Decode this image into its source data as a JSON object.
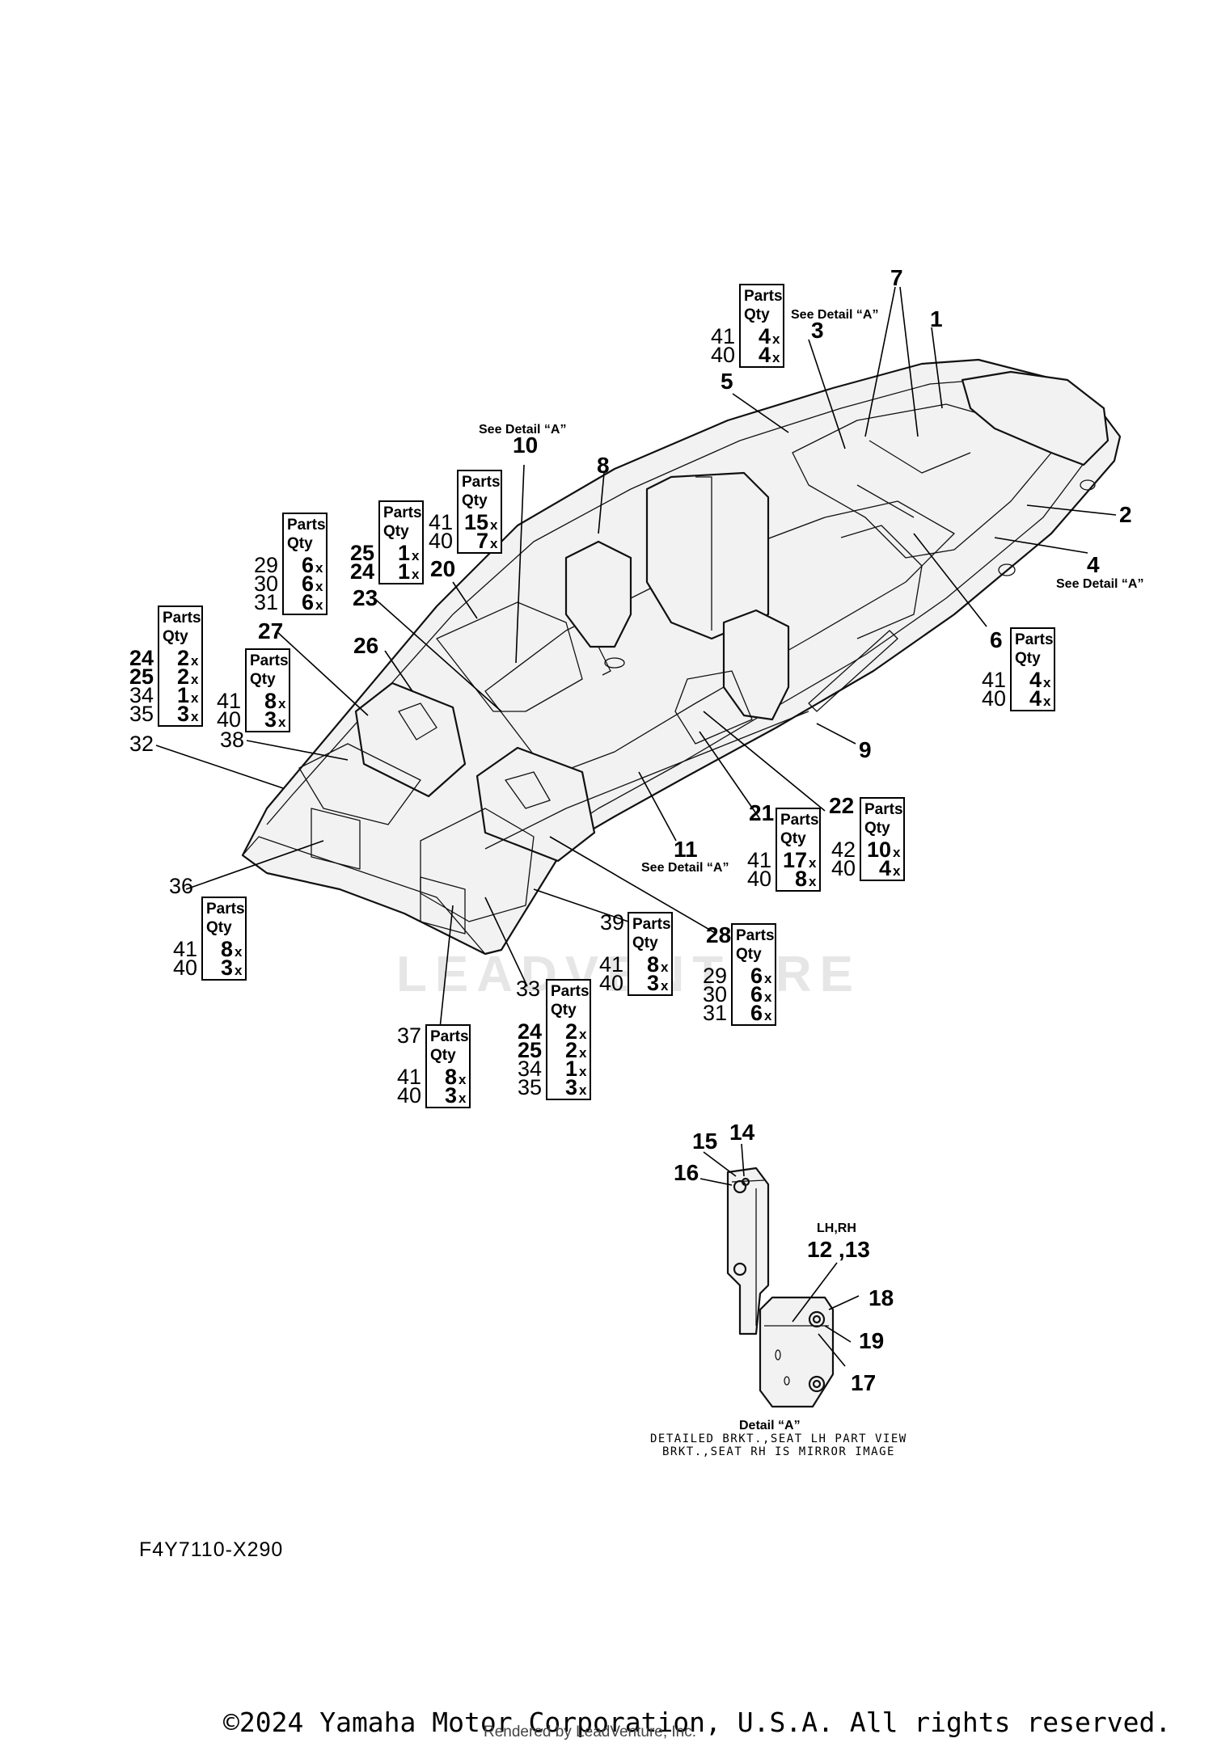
{
  "callouts": [
    {
      "id": "c1",
      "text": "1",
      "bold": true
    },
    {
      "id": "c2",
      "text": "2",
      "bold": true
    },
    {
      "id": "c3",
      "text": "3",
      "bold": true
    },
    {
      "id": "c4",
      "text": "4",
      "bold": true
    },
    {
      "id": "c5",
      "text": "5",
      "bold": true
    },
    {
      "id": "c6",
      "text": "6",
      "bold": true
    },
    {
      "id": "c7",
      "text": "7",
      "bold": true
    },
    {
      "id": "c8",
      "text": "8",
      "bold": true
    },
    {
      "id": "c9",
      "text": "9",
      "bold": true
    },
    {
      "id": "c10",
      "text": "10",
      "bold": true
    },
    {
      "id": "c11",
      "text": "11",
      "bold": true
    },
    {
      "id": "c20",
      "text": "20",
      "bold": true
    },
    {
      "id": "c21",
      "text": "21",
      "bold": true
    },
    {
      "id": "c22",
      "text": "22",
      "bold": true
    },
    {
      "id": "c23",
      "text": "23",
      "bold": true
    },
    {
      "id": "c26",
      "text": "26",
      "bold": true
    },
    {
      "id": "c27",
      "text": "27",
      "bold": true
    },
    {
      "id": "c28",
      "text": "28",
      "bold": true
    },
    {
      "id": "c32",
      "text": "32",
      "bold": false
    },
    {
      "id": "c33",
      "text": "33",
      "bold": false
    },
    {
      "id": "c36",
      "text": "36",
      "bold": false
    },
    {
      "id": "c37",
      "text": "37",
      "bold": false
    },
    {
      "id": "c38",
      "text": "38",
      "bold": false
    },
    {
      "id": "c39",
      "text": "39",
      "bold": false
    },
    {
      "id": "c12",
      "text": "12 ,13",
      "bold": true
    },
    {
      "id": "c14",
      "text": "14",
      "bold": true
    },
    {
      "id": "c15",
      "text": "15",
      "bold": true
    },
    {
      "id": "c16",
      "text": "16",
      "bold": true
    },
    {
      "id": "c17",
      "text": "17",
      "bold": true
    },
    {
      "id": "c18",
      "text": "18",
      "bold": true
    },
    {
      "id": "c19",
      "text": "19",
      "bold": true
    }
  ],
  "notes": {
    "see_detail": "See Detail “A”",
    "lh_rh": "LH,RH",
    "detail_title": "Detail “A”",
    "detail_line1": "DETAILED BRKT.,SEAT LH PART VIEW",
    "detail_line2": "BRKT.,SEAT RH IS MIRROR IMAGE"
  },
  "qty_header": [
    "Parts",
    "Qty"
  ],
  "qty_boxes": [
    {
      "id": "qb_top",
      "rows": [
        {
          "part": "41",
          "qty": "4",
          "bold": false
        },
        {
          "part": "40",
          "qty": "4",
          "bold": false
        }
      ]
    },
    {
      "id": "qb_10",
      "rows": [
        {
          "part": "41",
          "qty": "15",
          "bold": false
        },
        {
          "part": "40",
          "qty": "7",
          "bold": false
        }
      ]
    },
    {
      "id": "qb_2524",
      "rows": [
        {
          "part": "25",
          "qty": "1",
          "bold": true
        },
        {
          "part": "24",
          "qty": "1",
          "bold": true
        }
      ]
    },
    {
      "id": "qb_293031a",
      "rows": [
        {
          "part": "29",
          "qty": "6",
          "bold": false
        },
        {
          "part": "30",
          "qty": "6",
          "bold": false
        },
        {
          "part": "31",
          "qty": "6",
          "bold": false
        }
      ]
    },
    {
      "id": "qb_24253435a",
      "rows": [
        {
          "part": "24",
          "qty": "2",
          "bold": true
        },
        {
          "part": "25",
          "qty": "2",
          "bold": true
        },
        {
          "part": "34",
          "qty": "1",
          "bold": false
        },
        {
          "part": "35",
          "qty": "3",
          "bold": false
        }
      ]
    },
    {
      "id": "qb_27",
      "rows": [
        {
          "part": "41",
          "qty": "8",
          "bold": false
        },
        {
          "part": "40",
          "qty": "3",
          "bold": false
        }
      ]
    },
    {
      "id": "qb_6",
      "rows": [
        {
          "part": "41",
          "qty": "4",
          "bold": false
        },
        {
          "part": "40",
          "qty": "4",
          "bold": false
        }
      ]
    },
    {
      "id": "qb_21",
      "rows": [
        {
          "part": "41",
          "qty": "17",
          "bold": false
        },
        {
          "part": "40",
          "qty": "8",
          "bold": false
        }
      ]
    },
    {
      "id": "qb_22",
      "rows": [
        {
          "part": "42",
          "qty": "10",
          "bold": false
        },
        {
          "part": "40",
          "qty": "4",
          "bold": false
        }
      ]
    },
    {
      "id": "qb_36",
      "rows": [
        {
          "part": "41",
          "qty": "8",
          "bold": false
        },
        {
          "part": "40",
          "qty": "3",
          "bold": false
        }
      ]
    },
    {
      "id": "qb_39",
      "rows": [
        {
          "part": "41",
          "qty": "8",
          "bold": false
        },
        {
          "part": "40",
          "qty": "3",
          "bold": false
        }
      ]
    },
    {
      "id": "qb_28",
      "rows": [
        {
          "part": "29",
          "qty": "6",
          "bold": false
        },
        {
          "part": "30",
          "qty": "6",
          "bold": false
        },
        {
          "part": "31",
          "qty": "6",
          "bold": false
        }
      ]
    },
    {
      "id": "qb_37",
      "rows": [
        {
          "part": "41",
          "qty": "8",
          "bold": false
        },
        {
          "part": "40",
          "qty": "3",
          "bold": false
        }
      ]
    },
    {
      "id": "qb_33",
      "rows": [
        {
          "part": "24",
          "qty": "2",
          "bold": true
        },
        {
          "part": "25",
          "qty": "2",
          "bold": true
        },
        {
          "part": "34",
          "qty": "1",
          "bold": false
        },
        {
          "part": "35",
          "qty": "3",
          "bold": false
        }
      ]
    }
  ],
  "qty_suffix": "x",
  "watermark": "LEADVENTURE",
  "diagram_code": "F4Y7110-X290",
  "copyright": "©2024 Yamaha Motor Corporation, U.S.A. All rights reserved.",
  "rendered_by": "Rendered by LeadVenture, Inc."
}
